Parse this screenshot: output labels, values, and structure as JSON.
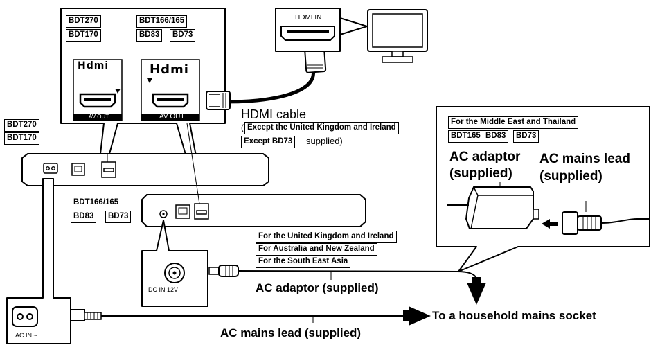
{
  "models": {
    "bdt270": "BDT270",
    "bdt170": "BDT170",
    "bdt166_165": "BDT166/165",
    "bd83": "BD83",
    "bd73": "BD73",
    "bdt165": "BDT165"
  },
  "port_labels": {
    "hdmi_logo": "Hdmi",
    "av_out": "AV OUT",
    "hdmi_in": "HDMI IN",
    "dc_in": "DC IN 12V",
    "ac_in": "AC IN ~"
  },
  "hdmi_cable": {
    "label": "HDMI cable",
    "paren_open": "(",
    "note1": "Except the United Kingdom and Ireland",
    "note2": "Except BD73",
    "supplied": "supplied)"
  },
  "inset": {
    "region": "For the Middle East and Thailand",
    "adaptor_line1": "AC adaptor",
    "adaptor_line2": "(supplied)",
    "lead_line1": "AC mains lead",
    "lead_line2": "(supplied)"
  },
  "regions": {
    "uk_ireland": "For the United Kingdom and Ireland",
    "aus_nz": "For Australia and New Zealand",
    "sea": "For the South East Asia"
  },
  "bottom": {
    "ac_adaptor": "AC adaptor (supplied)",
    "ac_mains_lead": "AC mains lead (supplied)",
    "socket": "To a household mains socket"
  }
}
